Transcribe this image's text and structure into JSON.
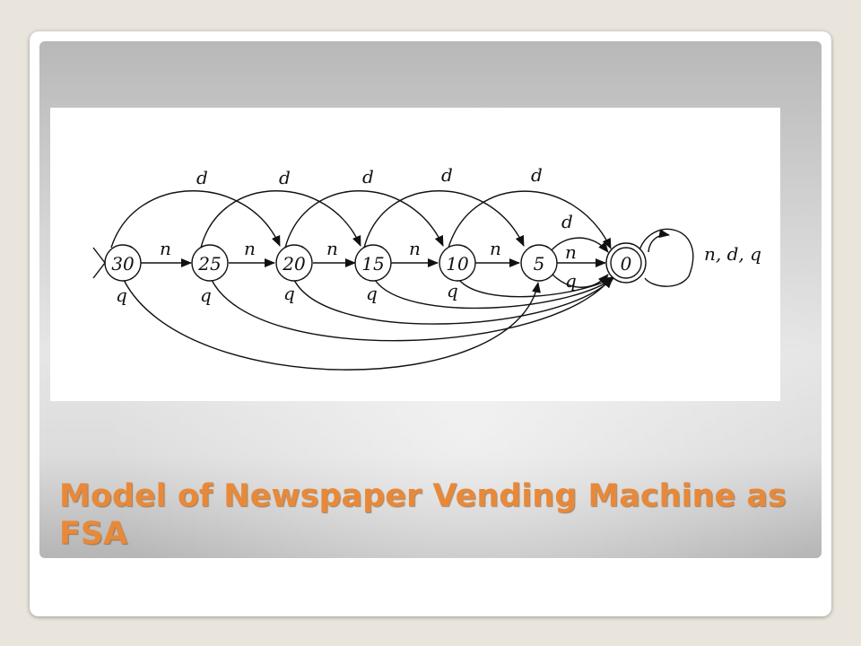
{
  "slide": {
    "title": "Model of Newspaper Vending Machine as FSA",
    "accent_color": "#e8893a"
  },
  "diagram": {
    "states": [
      {
        "id": "30",
        "label": "30",
        "start": true,
        "accepting": false
      },
      {
        "id": "25",
        "label": "25",
        "start": false,
        "accepting": false
      },
      {
        "id": "20",
        "label": "20",
        "start": false,
        "accepting": false
      },
      {
        "id": "15",
        "label": "15",
        "start": false,
        "accepting": false
      },
      {
        "id": "10",
        "label": "10",
        "start": false,
        "accepting": false
      },
      {
        "id": "5",
        "label": "5",
        "start": false,
        "accepting": false
      },
      {
        "id": "0",
        "label": "0",
        "start": false,
        "accepting": true
      }
    ],
    "transitions": [
      {
        "from": "30",
        "to": "25",
        "label": "n"
      },
      {
        "from": "25",
        "to": "20",
        "label": "n"
      },
      {
        "from": "20",
        "to": "15",
        "label": "n"
      },
      {
        "from": "15",
        "to": "10",
        "label": "n"
      },
      {
        "from": "10",
        "to": "5",
        "label": "n"
      },
      {
        "from": "5",
        "to": "0",
        "label": "n"
      },
      {
        "from": "30",
        "to": "20",
        "label": "d"
      },
      {
        "from": "25",
        "to": "15",
        "label": "d"
      },
      {
        "from": "20",
        "to": "10",
        "label": "d"
      },
      {
        "from": "15",
        "to": "5",
        "label": "d"
      },
      {
        "from": "10",
        "to": "0",
        "label": "d"
      },
      {
        "from": "5",
        "to": "0",
        "label": "d"
      },
      {
        "from": "30",
        "to": "5",
        "label": "q"
      },
      {
        "from": "25",
        "to": "0",
        "label": "q"
      },
      {
        "from": "20",
        "to": "0",
        "label": "q"
      },
      {
        "from": "15",
        "to": "0",
        "label": "q"
      },
      {
        "from": "10",
        "to": "0",
        "label": "q"
      },
      {
        "from": "5",
        "to": "0",
        "label": "q"
      },
      {
        "from": "0",
        "to": "0",
        "label": "n, d, q"
      }
    ]
  }
}
